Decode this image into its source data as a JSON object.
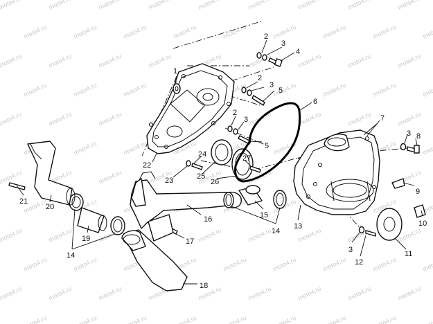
{
  "colors": {
    "ink": "#111111",
    "watermark": "#c9c9c9",
    "background": "#ffffff"
  },
  "watermark_text": "moto4.ru",
  "callouts": {
    "c1": "1",
    "c2a": "2",
    "c2b": "2",
    "c2c": "2",
    "c3a": "3",
    "c3b": "3",
    "c3c": "3",
    "c3d": "3",
    "c3e": "3",
    "c4": "4",
    "c5a": "5",
    "c5b": "5",
    "c6": "6",
    "c7": "7",
    "c8": "8",
    "c9": "9",
    "c10": "10",
    "c11": "11",
    "c12": "12",
    "c13": "13",
    "c14a": "14",
    "c14b": "14",
    "c15": "15",
    "c16": "16",
    "c17": "17",
    "c18": "18",
    "c19": "19",
    "c20": "20",
    "c21": "21",
    "c22": "22",
    "c23": "23",
    "c24": "24",
    "c25": "25",
    "c26": "26",
    "c27": "27"
  }
}
